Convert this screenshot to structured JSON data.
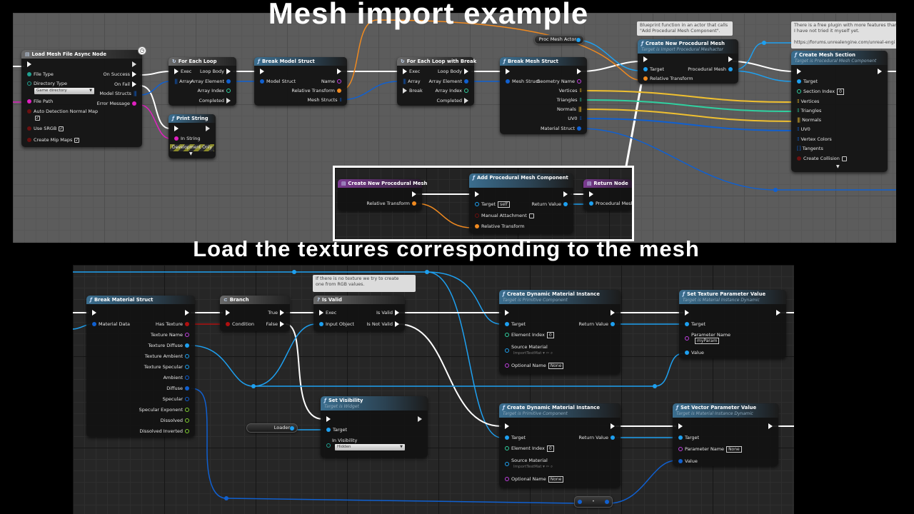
{
  "headings": {
    "top": "Mesh import example",
    "bottom": "Load the textures corresponding to the mesh"
  },
  "colors": {
    "exec": "#ffffff",
    "object": "#1ea0f0",
    "struct": "#1060d0",
    "string": "#e020c0",
    "name": "#c040e0",
    "transform": "#f08a20",
    "int": "#30d0a0",
    "bool": "#b01010",
    "vector_array": "#f0c030",
    "int_array": "#30d0a0",
    "float": "#80d030"
  },
  "top": {
    "load_mesh": {
      "title": "Load Mesh File Async Node",
      "inputs": [
        "File Type",
        "Directory Type",
        "File Path",
        "Auto Detection Normal Map",
        "Use SRGB",
        "Create Mip Maps"
      ],
      "directory_value": "Game directory",
      "outputs": [
        "On Success",
        "On Fail",
        "Model Structs",
        "Error Message"
      ]
    },
    "for_each": {
      "title": "For Each Loop",
      "inputs": [
        "Exec",
        "Array"
      ],
      "outputs": [
        "Loop Body",
        "Array Element",
        "Array Index",
        "Completed"
      ]
    },
    "print_string": {
      "title": "Print String",
      "inputs": [
        "In String"
      ],
      "dev_only": "Development Only"
    },
    "break_model": {
      "title": "Break Model Struct",
      "inputs": [
        "Model Struct"
      ],
      "outputs": [
        "Name",
        "Relative Transform",
        "Mesh Structs"
      ]
    },
    "for_each_break": {
      "title": "For Each Loop with Break",
      "inputs": [
        "Exec",
        "Array",
        "Break"
      ],
      "outputs": [
        "Loop Body",
        "Array Element",
        "Array Index",
        "Completed"
      ]
    },
    "break_mesh": {
      "title": "Break Mesh Struct",
      "inputs": [
        "Mesh Struct"
      ],
      "outputs": [
        "Geometry Name",
        "Vertices",
        "Triangles",
        "Normals",
        "UV0",
        "Material Struct"
      ]
    },
    "proc_mesh_actor": {
      "label": "Proc Mesh Actor"
    },
    "comment_create": "Blueprint function in an actor that calls\n\"Add Procedural Mesh Component\".",
    "create_new_proc": {
      "title": "Create New Procedural Mesh",
      "subtitle": "Target is Import Procedural Meshactor",
      "inputs": [
        "Target",
        "Relative Transform"
      ],
      "outputs": [
        "Procedural Mesh"
      ]
    },
    "comment_plugin": "There is a free plugin with more features than th\nI have not tried it myself yet.\n\nhttps://forums.unrealengine.com/unreal-engi",
    "create_section": {
      "title": "Create Mesh Section",
      "subtitle": "Target is Procedural Mesh Component",
      "inputs": [
        "Target",
        "Section Index",
        "Vertices",
        "Triangles",
        "Normals",
        "UV0",
        "Vertex Colors",
        "Tangents",
        "Create Collision"
      ],
      "section_index": "0"
    },
    "inset": {
      "entry": {
        "title": "Create New Procedural Mesh",
        "outputs": [
          "Relative Transform"
        ]
      },
      "add_comp": {
        "title": "Add Procedural Mesh Component",
        "inputs": [
          "Target",
          "Manual Attachment",
          "Relative Transform"
        ],
        "target_value": "self",
        "outputs": [
          "Return Value"
        ]
      },
      "return_node": {
        "title": "Return Node",
        "inputs": [
          "Procedural Mesh"
        ]
      }
    }
  },
  "bottom": {
    "break_material": {
      "title": "Break Material Struct",
      "inputs": [
        "Material Data"
      ],
      "outputs": [
        "Has Texture",
        "Texture Name",
        "Texture Diffuse",
        "Texture Ambient",
        "Texture Specular",
        "Ambient",
        "Diffuse",
        "Specular",
        "Specular Exponent",
        "Dissolved",
        "Dissolved Inverted"
      ]
    },
    "branch": {
      "title": "Branch",
      "inputs": [
        "Condition"
      ],
      "outputs": [
        "True",
        "False"
      ]
    },
    "comment_valid": "If there is no texture we try to create\none from RGB values.",
    "is_valid": {
      "title": "Is Valid",
      "inputs": [
        "Exec",
        "Input Object"
      ],
      "outputs": [
        "Is Valid",
        "Is Not Valid"
      ]
    },
    "loader": {
      "label": "Loader"
    },
    "set_visibility": {
      "title": "Set Visibility",
      "subtitle": "Target is Widget",
      "inputs": [
        "Target",
        "In Visibility"
      ],
      "visibility_value": "Hidden"
    },
    "cdmi_1": {
      "title": "Create Dynamic Material Instance",
      "subtitle": "Target is Primitive Component",
      "inputs": [
        "Target",
        "Element Index",
        "Source Material",
        "Optional Name"
      ],
      "element_index": "0",
      "source_material": "ImportTestMat",
      "optional_name": "None",
      "outputs": [
        "Return Value"
      ]
    },
    "set_texture": {
      "title": "Set Texture Parameter Value",
      "subtitle": "Target is Material Instance Dynamic",
      "inputs": [
        "Target",
        "Parameter Name",
        "Value"
      ],
      "param_value": "myParam"
    },
    "cdmi_2": {
      "title": "Create Dynamic Material Instance",
      "subtitle": "Target is Primitive Component",
      "inputs": [
        "Target",
        "Element Index",
        "Source Material",
        "Optional Name"
      ],
      "element_index": "0",
      "source_material": "ImportTestMat",
      "optional_name": "None",
      "outputs": [
        "Return Value"
      ]
    },
    "set_vector": {
      "title": "Set Vector Parameter Value",
      "subtitle": "Target is Material Instance Dynamic",
      "inputs": [
        "Target",
        "Parameter Name",
        "Value"
      ],
      "param_value": "None"
    }
  }
}
